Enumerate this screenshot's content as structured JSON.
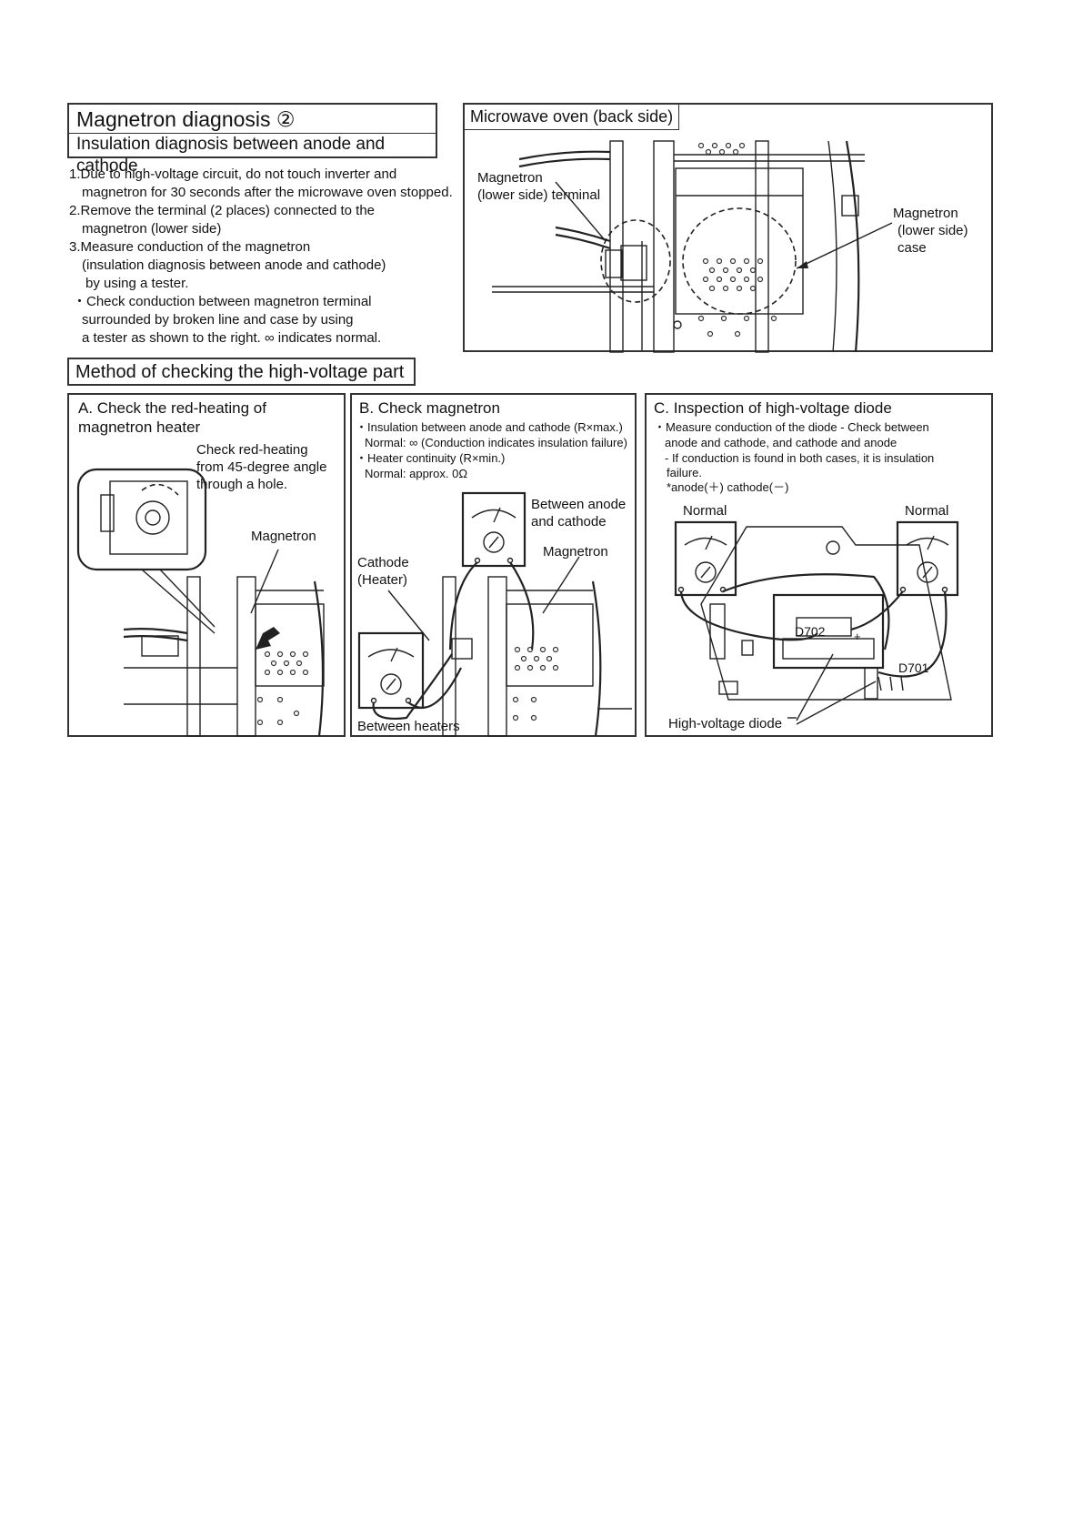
{
  "header": {
    "title": "Magnetron diagnosis ②",
    "subtitle": "Insulation diagnosis between anode and cathode"
  },
  "steps": [
    "1.Due to high-voltage circuit, do not touch inverter and",
    "  magnetron for 30 seconds after the microwave oven stopped.",
    "2.Remove the terminal (2 places) connected to the",
    "  magnetron (lower side)",
    "3.Measure conduction of the magnetron",
    "  (insulation diagnosis between anode and cathode)",
    "  by using a tester.",
    "・Check conduction between magnetron terminal",
    "  surrounded by broken line and case by using",
    "  a tester as shown to the right.  ∞ indicates normal."
  ],
  "oven_panel": {
    "title": "Microwave oven (back side)",
    "label_terminal_1": "Magnetron",
    "label_terminal_2": "(lower side) terminal",
    "label_case_1": "Magnetron",
    "label_case_2": "(lower side)",
    "label_case_3": "case"
  },
  "section_title": "Method of checking the high-voltage part",
  "panel_a": {
    "title_1": "A. Check the red-heating of",
    "title_2": "magnetron heater",
    "note_1": "Check red-heating",
    "note_2": "from 45-degree angle",
    "note_3": "through a hole.",
    "label_magnetron": "Magnetron"
  },
  "panel_b": {
    "title": "B. Check magnetron",
    "line_1": "・Insulation between anode and cathode (R×max.)",
    "line_2": "  Normal: ∞ (Conduction indicates insulation failure)",
    "line_3": "・Heater continuity (R×min.)",
    "line_4": "  Normal: approx. 0Ω",
    "label_between_1": "Between anode",
    "label_between_2": "and cathode",
    "label_magnetron": "Magnetron",
    "label_cathode_1": "Cathode",
    "label_cathode_2": "(Heater)",
    "label_heaters": "Between heaters"
  },
  "panel_c": {
    "title": "C. Inspection of high-voltage diode",
    "line_1": "・Measure conduction of the diode - Check between",
    "line_2": "  anode and cathode, and cathode and anode",
    "line_3": "  - If conduction is found in both cases, it is insulation",
    "line_4": "  failure.",
    "line_5": "  *anode(＋) cathode(－)",
    "label_normal_left": "Normal",
    "label_normal_right": "Normal",
    "label_d702": "D702",
    "label_d701": "D701",
    "label_diode": "High-voltage diode"
  }
}
